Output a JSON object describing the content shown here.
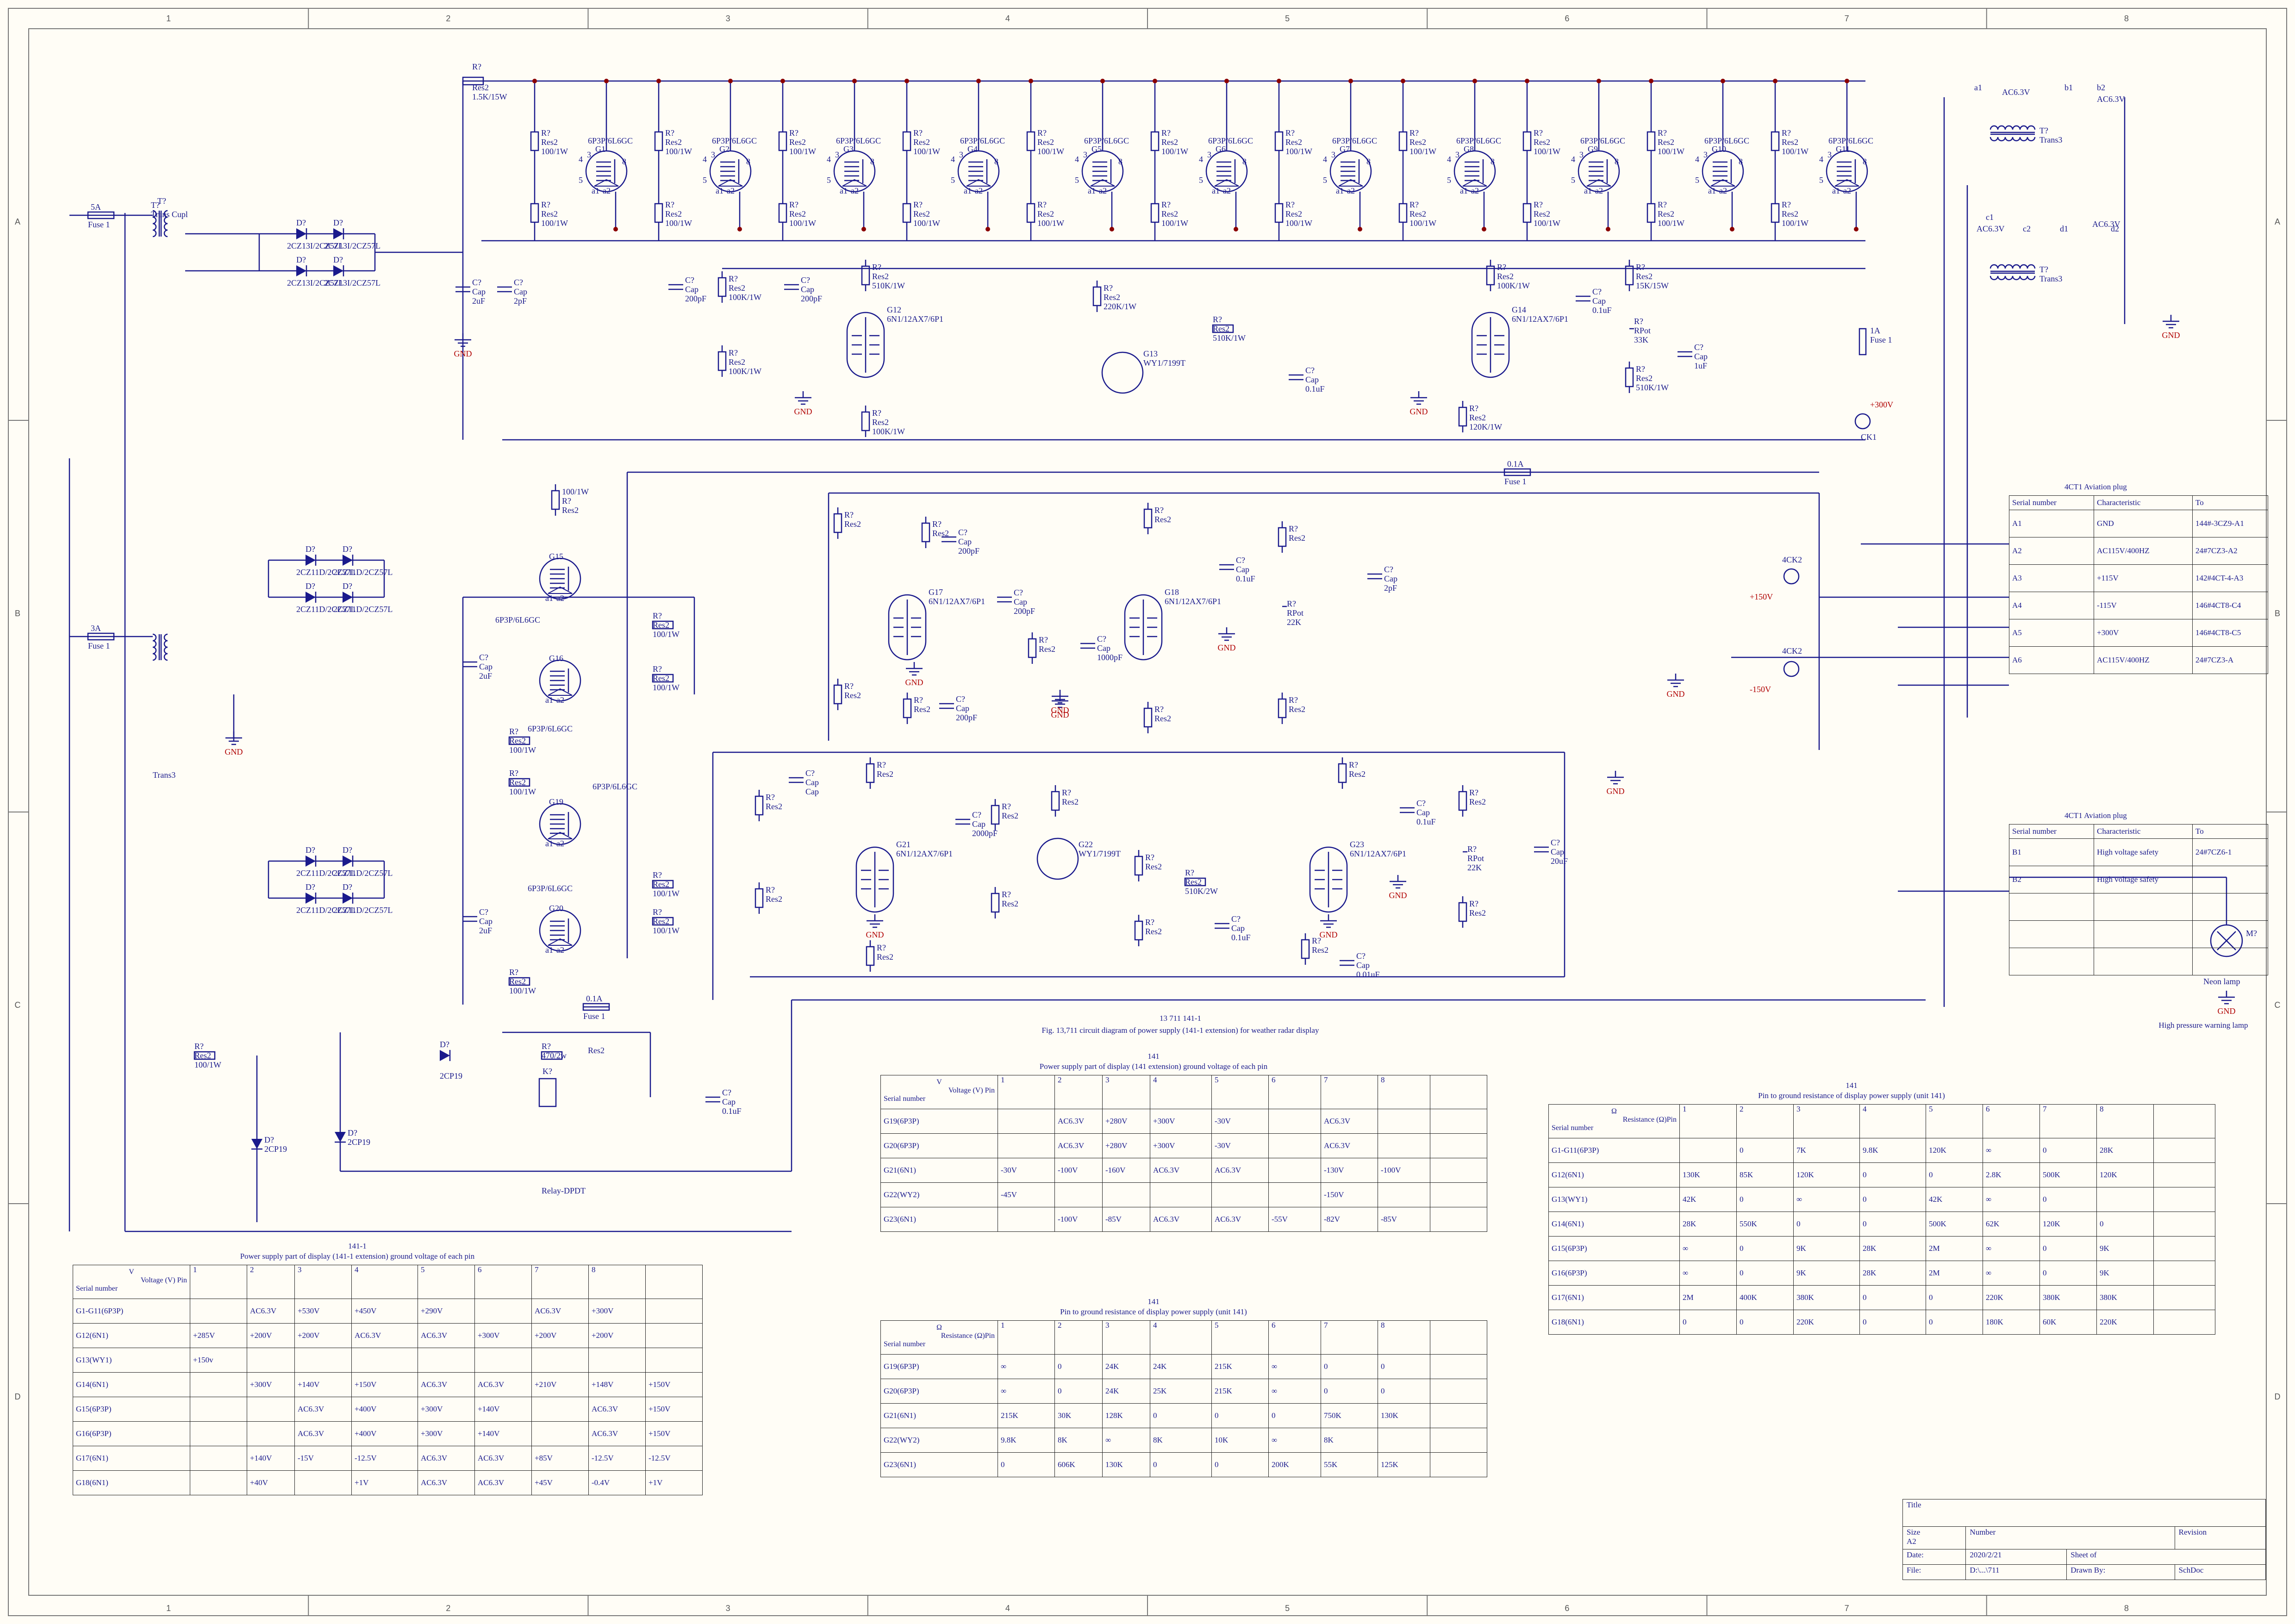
{
  "grid_cols": [
    "1",
    "2",
    "3",
    "4",
    "5",
    "6",
    "7",
    "8"
  ],
  "grid_rows": [
    "A",
    "B",
    "C",
    "D"
  ],
  "caption_num": "13    711                                         141-1",
  "caption": "Fig. 13,711 circuit diagram of power supply (141-1 extension) for weather radar display",
  "hv_warning": "High pressure warning lamp",
  "tubes_top": [
    {
      "type": "6P3P/6L6GC",
      "ref": "G1"
    },
    {
      "type": "6P3P/6L6GC",
      "ref": "G2"
    },
    {
      "type": "6P3P/6L6GC",
      "ref": "G3"
    },
    {
      "type": "6P3P/6L6GC",
      "ref": "G4"
    },
    {
      "type": "6P3P/6L6GC",
      "ref": "G5"
    },
    {
      "type": "6P3P/6L6GC",
      "ref": "G6"
    },
    {
      "type": "6P3P/6L6GC",
      "ref": "G7"
    },
    {
      "type": "6P3P/6L6GC",
      "ref": "G8"
    },
    {
      "type": "6P3P/6L6GC",
      "ref": "G9"
    },
    {
      "type": "6P3P/6L6GC",
      "ref": "G10"
    },
    {
      "type": "6P3P/6L6GC",
      "ref": "G11"
    }
  ],
  "res_top_a": [
    "R?",
    "Res2",
    "100/1W"
  ],
  "res_top_b": [
    "R?",
    "Res2",
    "100/1W"
  ],
  "res_main": [
    "R?",
    "Res2",
    "1.5K/15W"
  ],
  "fuse1": [
    "5A",
    "Fuse 1"
  ],
  "fuse2": [
    "3A",
    "Fuse 1"
  ],
  "fuse3": [
    "0.1A",
    "Fuse 1"
  ],
  "fuse4": [
    "0.1A",
    "Fuse 1"
  ],
  "fuse5": [
    "1A",
    "Fuse 1"
  ],
  "trans_cup": [
    "T?",
    "Trans Cupl"
  ],
  "trans3_left": [
    "T?",
    "Trans3"
  ],
  "trans_tr1": [
    "T?",
    "Trans3"
  ],
  "trans_tr2": [
    "T?",
    "Trans3"
  ],
  "ac_top": [
    "a1",
    "AC6.3V",
    "b1",
    "b2",
    "AC6.3V"
  ],
  "ac_mid": [
    "c1",
    "AC6.3V",
    "c2",
    "d1",
    "AC6.3V",
    "d2"
  ],
  "diode": [
    "D?",
    "2CZ13I/2CZ57L"
  ],
  "diode2": [
    "D?",
    "2CZ11D/2CZ57L"
  ],
  "diode_cp": [
    "D?",
    "2CP19"
  ],
  "cap_2uF": [
    "C?",
    "Cap",
    "2uF"
  ],
  "cap_2pF": [
    "C?",
    "Cap",
    "2pF"
  ],
  "gnd": "GND",
  "g12": [
    "G12",
    "6N1/12AX7/6P1"
  ],
  "g13": [
    "G13",
    "WY1/7199T"
  ],
  "g14": [
    "G14",
    "6N1/12AX7/6P1"
  ],
  "g15": [
    "G15",
    "6P3P/6L6GC"
  ],
  "g16": [
    "G16",
    "6P3P/6L6GC"
  ],
  "g17": [
    "G17",
    "6N1/12AX7/6P1"
  ],
  "g18": [
    "G18",
    "6N1/12AX7/6P1"
  ],
  "g19": [
    "G19",
    "6P3P/6L6GC"
  ],
  "g20": [
    "G20",
    "6P3P/6L6GC"
  ],
  "g21": [
    "G21",
    "6N1/12AX7/6P1"
  ],
  "g22": [
    "G22",
    "WY1/7199T"
  ],
  "g23": [
    "G23",
    "6N1/12AX7/6P1"
  ],
  "vals_top": [
    "100K/1W",
    "220K/1W",
    "100K/1W",
    "15K/15W",
    "510K/1W",
    "510K/1W",
    "100K/1W",
    "100K/1W",
    "120K/1W",
    "120K/1W"
  ],
  "caps_top": [
    "200pF",
    "200pF",
    "0.1uF",
    "0.1uF",
    "1uF",
    "2000pF"
  ],
  "rpot": [
    "R?",
    "RPot",
    "33K"
  ],
  "rpot22": [
    "R?",
    "RPot",
    "22K"
  ],
  "relay": [
    "K?",
    "Relay-DPDT"
  ],
  "r470": [
    "R?",
    "470/2w",
    "Res2"
  ],
  "pos300": "+300V",
  "ck1": "CK1",
  "ck2a": [
    "4CK2",
    "+150V"
  ],
  "ck2b": [
    "4CK2",
    "-150V"
  ],
  "lamp": [
    "M?",
    "Neon lamp"
  ],
  "plug1": {
    "title": [
      "4CT1",
      "Aviation plug"
    ],
    "head": [
      "Serial number",
      "Characteristic",
      "To"
    ],
    "rows": [
      [
        "A1",
        "GND",
        "144#-3CZ9-A1"
      ],
      [
        "A2",
        "AC115V/400HZ",
        "24#7CZ3-A2"
      ],
      [
        "A3",
        "+115V",
        "142#4CT-4-A3"
      ],
      [
        "A4",
        "-115V",
        "146#4CT8-C4"
      ],
      [
        "A5",
        "+300V",
        "146#4CT8-C5"
      ],
      [
        "A6",
        "AC115V/400HZ",
        "24#7CZ3-A"
      ]
    ]
  },
  "plug2": {
    "title": [
      "4CT1",
      "Aviation plug"
    ],
    "head": [
      "Serial number",
      "Characteristic",
      "To"
    ],
    "rows": [
      [
        "B1",
        "High voltage safety",
        "24#7CZ6-1"
      ],
      [
        "B2",
        "High voltage safety",
        ""
      ],
      [
        "",
        "",
        ""
      ],
      [
        "",
        "",
        ""
      ],
      [
        "",
        "",
        ""
      ]
    ]
  },
  "table_v141": {
    "num": "141",
    "title": "Power supply part of display (141 extension) ground voltage of each pin",
    "corner": [
      "V",
      "Voltage (V)  Pin",
      "Serial number"
    ],
    "pins": [
      "1",
      "2",
      "3",
      "4",
      "5",
      "6",
      "7",
      "8",
      ""
    ],
    "rows": [
      [
        "G19(6P3P)",
        "",
        "AC6.3V",
        "+280V",
        "+300V",
        "-30V",
        "",
        "AC6.3V",
        "",
        ""
      ],
      [
        "G20(6P3P)",
        "",
        "AC6.3V",
        "+280V",
        "+300V",
        "-30V",
        "",
        "AC6.3V",
        "",
        ""
      ],
      [
        "G21(6N1)",
        "-30V",
        "-100V",
        "-160V",
        "AC6.3V",
        "AC6.3V",
        "",
        "-130V",
        "-100V",
        ""
      ],
      [
        "G22(WY2)",
        "-45V",
        "",
        "",
        "",
        "",
        "",
        "-150V",
        "",
        ""
      ],
      [
        "G23(6N1)",
        "",
        "-100V",
        "-85V",
        "AC6.3V",
        "AC6.3V",
        "-55V",
        "-82V",
        "-85V",
        ""
      ]
    ]
  },
  "table_r141": {
    "num": "141",
    "title": "Pin to ground resistance of display power supply (unit 141)",
    "corner": [
      "Ω",
      "Resistance (Ω)Pin",
      "Serial number"
    ],
    "pins": [
      "1",
      "2",
      "3",
      "4",
      "5",
      "6",
      "7",
      "8",
      ""
    ],
    "rows": [
      [
        "G19(6P3P)",
        "∞",
        "0",
        "24K",
        "24K",
        "215K",
        "∞",
        "0",
        "0",
        ""
      ],
      [
        "G20(6P3P)",
        "∞",
        "0",
        "24K",
        "25K",
        "215K",
        "∞",
        "0",
        "0",
        ""
      ],
      [
        "G21(6N1)",
        "215K",
        "30K",
        "128K",
        "0",
        "0",
        "0",
        "750K",
        "130K",
        ""
      ],
      [
        "G22(WY2)",
        "9.8K",
        "8K",
        "∞",
        "8K",
        "10K",
        "∞",
        "8K",
        "",
        ""
      ],
      [
        "G23(6N1)",
        "0",
        "606K",
        "130K",
        "0",
        "0",
        "200K",
        "55K",
        "125K",
        ""
      ]
    ]
  },
  "table_r141b": {
    "num": "141",
    "title": "Pin to ground resistance of display power supply (unit 141)",
    "corner": [
      "Ω",
      "Resistance (Ω)Pin",
      "Serial number"
    ],
    "pins": [
      "1",
      "2",
      "3",
      "4",
      "5",
      "6",
      "7",
      "8",
      ""
    ],
    "rows": [
      [
        "G1-G11(6P3P)",
        "",
        "0",
        "7K",
        "9.8K",
        "120K",
        "∞",
        "0",
        "28K",
        ""
      ],
      [
        "G12(6N1)",
        "130K",
        "85K",
        "120K",
        "0",
        "0",
        "2.8K",
        "500K",
        "120K",
        ""
      ],
      [
        "G13(WY1)",
        "42K",
        "0",
        "∞",
        "0",
        "42K",
        "∞",
        "0",
        "",
        ""
      ],
      [
        "G14(6N1)",
        "28K",
        "550K",
        "0",
        "0",
        "500K",
        "62K",
        "120K",
        "0",
        ""
      ],
      [
        "G15(6P3P)",
        "∞",
        "0",
        "9K",
        "28K",
        "2M",
        "∞",
        "0",
        "9K",
        ""
      ],
      [
        "G16(6P3P)",
        "∞",
        "0",
        "9K",
        "28K",
        "2M",
        "∞",
        "0",
        "9K",
        ""
      ],
      [
        "G17(6N1)",
        "2M",
        "400K",
        "380K",
        "0",
        "0",
        "220K",
        "380K",
        "380K",
        ""
      ],
      [
        "G18(6N1)",
        "0",
        "0",
        "220K",
        "0",
        "0",
        "180K",
        "60K",
        "220K",
        ""
      ]
    ]
  },
  "table_v1411": {
    "num": "141-1",
    "title": "Power supply part of display (141-1 extension) ground voltage of each pin",
    "corner": [
      "V",
      "Voltage (V)  Pin",
      "Serial number"
    ],
    "pins": [
      "1",
      "2",
      "3",
      "4",
      "5",
      "6",
      "7",
      "8",
      ""
    ],
    "rows": [
      [
        "G1-G11(6P3P)",
        "",
        "AC6.3V",
        "+530V",
        "+450V",
        "+290V",
        "",
        "AC6.3V",
        "+300V",
        ""
      ],
      [
        "G12(6N1)",
        "+285V",
        "+200V",
        "+200V",
        "AC6.3V",
        "AC6.3V",
        "+300V",
        "+200V",
        "+200V",
        ""
      ],
      [
        "G13(WY1)",
        "+150v",
        "",
        "",
        "",
        "",
        "",
        "",
        "",
        ""
      ],
      [
        "G14(6N1)",
        "",
        "+300V",
        "+140V",
        "+150V",
        "AC6.3V",
        "AC6.3V",
        "+210V",
        "+148V",
        "+150V"
      ],
      [
        "G15(6P3P)",
        "",
        "",
        "AC6.3V",
        "+400V",
        "+300V",
        "+140V",
        "",
        "AC6.3V",
        "+150V"
      ],
      [
        "G16(6P3P)",
        "",
        "",
        "AC6.3V",
        "+400V",
        "+300V",
        "+140V",
        "",
        "AC6.3V",
        "+150V"
      ],
      [
        "G17(6N1)",
        "",
        "+140V",
        "-15V",
        "-12.5V",
        "AC6.3V",
        "AC6.3V",
        "+85V",
        "-12.5V",
        "-12.5V"
      ],
      [
        "G18(6N1)",
        "",
        "+40V",
        "",
        "+1V",
        "AC6.3V",
        "AC6.3V",
        "+45V",
        "-0.4V",
        "+1V"
      ]
    ]
  },
  "title_block": {
    "title": "Title",
    "size_label": "Size",
    "size": "A2",
    "number": "Number",
    "revision": "Revision",
    "date_label": "Date:",
    "date": "2020/2/21",
    "sheet": "Sheet    of",
    "file_label": "File:",
    "file": "D:\\...\\711",
    "drawn": "Drawn By:",
    "ext": "SchDoc"
  }
}
